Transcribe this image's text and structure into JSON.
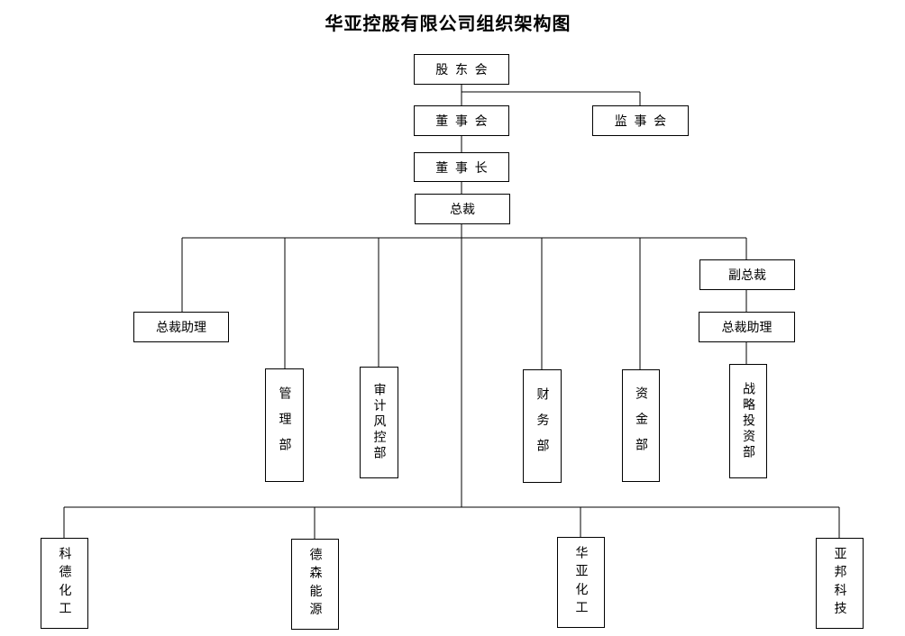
{
  "title": "华亚控股有限公司组织架构图",
  "nodes": {
    "shareholders": "股东会",
    "board": "董事会",
    "supervisors": "监事会",
    "chairman": "董事长",
    "president": "总裁",
    "president_assistant": "总裁助理",
    "management": "管理部",
    "audit": "审计风控部",
    "finance": "财务部",
    "treasury": "资金部",
    "vice_president": "副总裁",
    "vp_assistant": "总裁助理",
    "strategic_investment": "战略投资部",
    "sub_kede": "科德化工",
    "sub_desen": "德森能源",
    "sub_huaya": "华亚化工",
    "sub_yabang": "亚邦科技"
  }
}
